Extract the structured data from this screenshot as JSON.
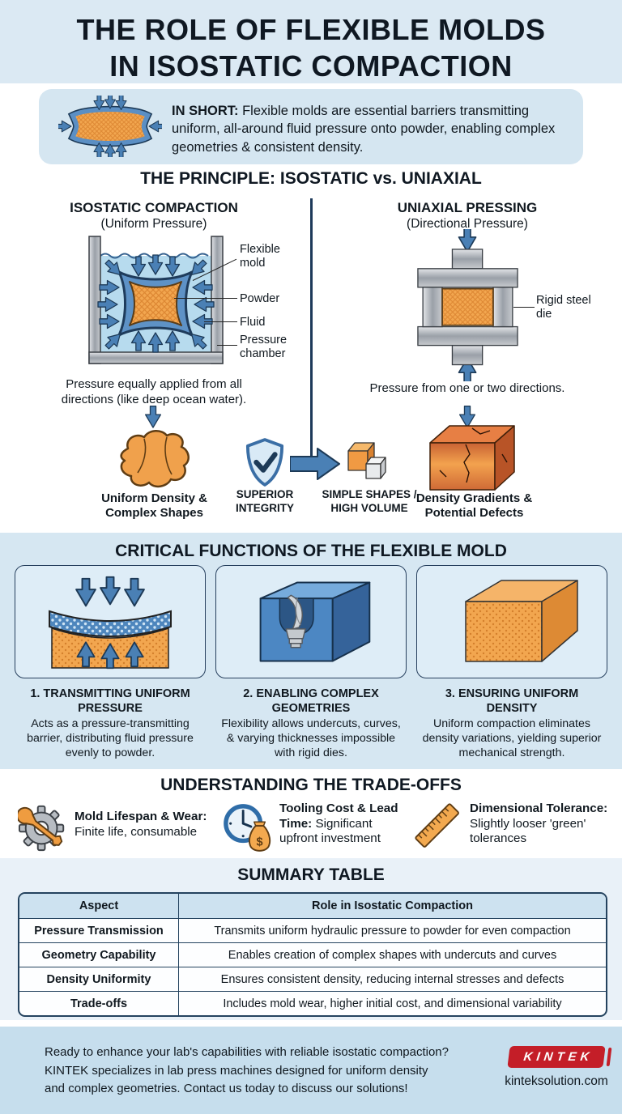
{
  "title": {
    "line1": "THE ROLE OF FLEXIBLE MOLDS",
    "line2": "IN ISOSTATIC COMPACTION"
  },
  "in_short": {
    "label": "IN SHORT:",
    "text": "Flexible molds are essential barriers transmitting uniform, all-around fluid pressure onto powder, enabling complex geometries & consistent density."
  },
  "principle": {
    "heading": "THE PRINCIPLE: ISOSTATIC vs. UNIAXIAL",
    "isostatic": {
      "title": "ISOSTATIC COMPACTION",
      "subtitle": "(Uniform Pressure)",
      "label_flexible_mold": "Flexible mold",
      "label_powder": "Powder",
      "label_fluid": "Fluid",
      "label_pressure_chamber": "Pressure chamber",
      "caption": "Pressure equally applied from all directions (like deep ocean water).",
      "result": "Uniform Density & Complex Shapes"
    },
    "uniaxial": {
      "title": "UNIAXIAL PRESSING",
      "subtitle": "(Directional Pressure)",
      "label_rigid_die": "Rigid steel die",
      "caption": "Pressure from one or two directions.",
      "result": "Density Gradients & Potential Defects"
    },
    "middle": {
      "integrity": "SUPERIOR INTEGRITY",
      "simple": "SIMPLE SHAPES / HIGH VOLUME"
    }
  },
  "functions": {
    "heading": "CRITICAL FUNCTIONS OF THE FLEXIBLE MOLD",
    "cards": [
      {
        "title": "1. TRANSMITTING UNIFORM PRESSURE",
        "text": "Acts as a pressure-transmitting barrier, distributing fluid pressure evenly to powder."
      },
      {
        "title": "2. ENABLING COMPLEX GEOMETRIES",
        "text": "Flexibility allows undercuts, curves, & varying thicknesses impossible with rigid dies."
      },
      {
        "title": "3. ENSURING UNIFORM DENSITY",
        "text": "Uniform compaction eliminates density variations, yielding superior mechanical strength."
      }
    ]
  },
  "tradeoffs": {
    "heading": "UNDERSTANDING THE TRADE-OFFS",
    "icon_dollar": "$",
    "items": [
      {
        "label": "Mold Lifespan & Wear:",
        "text": "Finite life, consumable"
      },
      {
        "label": "Tooling Cost & Lead Time:",
        "text": "Significant upfront investment"
      },
      {
        "label": "Dimensional Tolerance:",
        "text": "Slightly looser 'green' tolerances"
      }
    ]
  },
  "summary": {
    "heading": "SUMMARY TABLE",
    "columns": [
      "Aspect",
      "Role in Isostatic Compaction"
    ],
    "rows": [
      {
        "aspect": "Pressure Transmission",
        "role": "Transmits uniform hydraulic pressure to powder for even compaction"
      },
      {
        "aspect": "Geometry Capability",
        "role": "Enables creation of complex shapes with undercuts and curves"
      },
      {
        "aspect": "Density Uniformity",
        "role": "Ensures consistent density, reducing internal stresses and defects"
      },
      {
        "aspect": "Trade-offs",
        "role": "Includes mold wear, higher initial cost, and dimensional variability"
      }
    ]
  },
  "footer": {
    "text": "Ready to enhance your lab's capabilities with reliable isostatic compaction? KINTEK specializes in lab press machines designed for uniform density and complex geometries. Contact us today to discuss our solutions!",
    "logo": "KINTEK",
    "url": "kinteksolution.com"
  },
  "colors": {
    "accent_blue": "#4a80b5",
    "section_blue": "#d6e7f2",
    "orange": "#f2a64f",
    "logo_red": "#c41e28",
    "dark_text": "#10181f"
  }
}
